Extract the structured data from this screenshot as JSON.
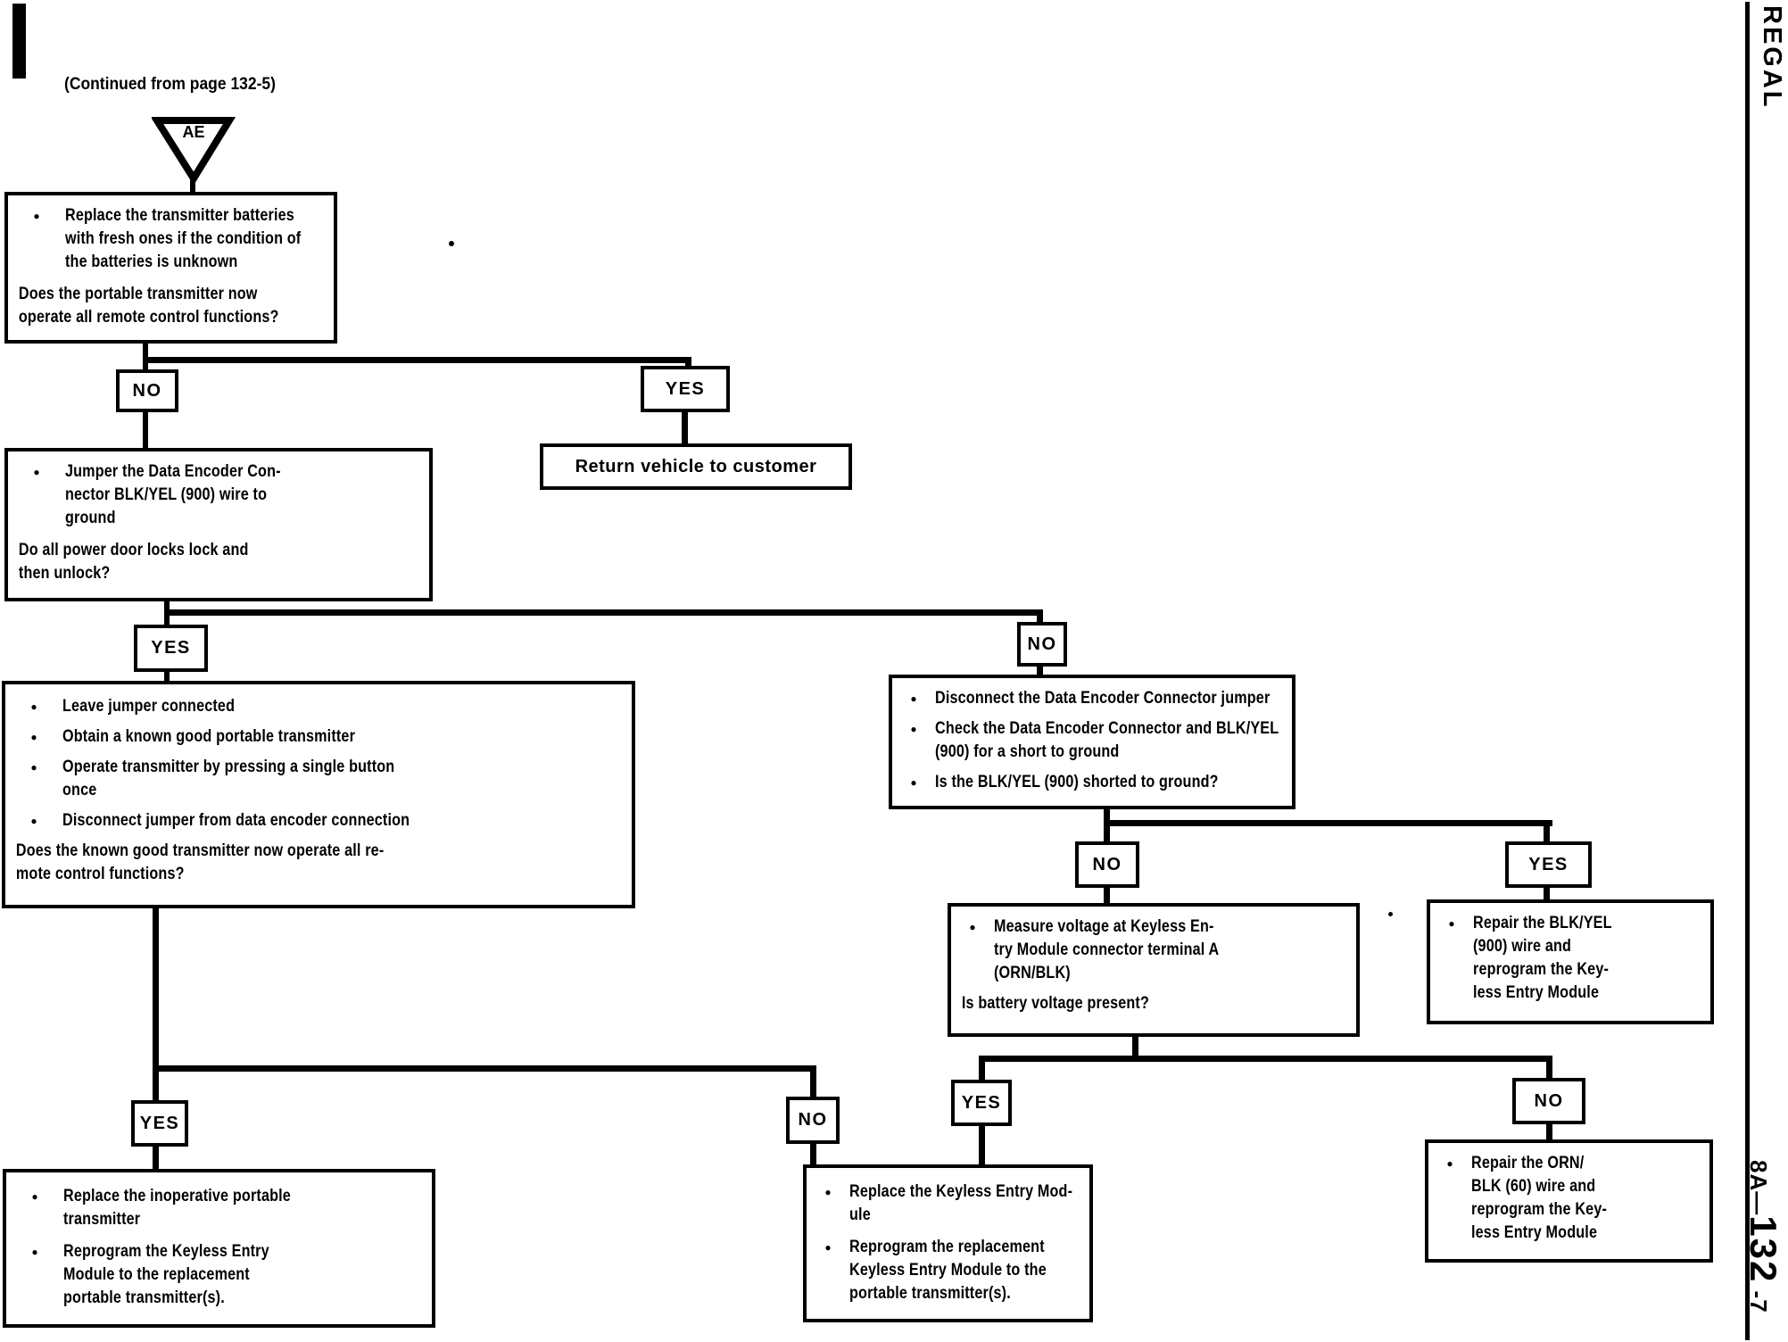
{
  "colors": {
    "ink": "#000000",
    "paper": "#ffffff"
  },
  "ui": {
    "bullet": "●"
  },
  "margin": {
    "model": "REGAL",
    "page_prefix": "8A—",
    "page_number": "132",
    "page_suffix": " -7"
  },
  "flow": {
    "continued_note": "(Continued from page 132-5)",
    "connector_tag": "AE",
    "decisions": {
      "no1": "NO",
      "yes1": "YES",
      "yes2": "YES",
      "no2": "NO",
      "no3": "NO",
      "yes3": "YES",
      "yes4": "YES",
      "no4": "NO",
      "no5": "NO",
      "yes5": "YES"
    },
    "return_box": "Return vehicle to customer",
    "box1": {
      "b1": "Replace the transmitter batteries\nwith fresh ones if the condition of\nthe batteries is unknown",
      "q": "Does the portable transmitter now\noperate all remote control functions?"
    },
    "box2": {
      "b1": "Jumper the Data Encoder Con-\nnector BLK/YEL (900) wire to\nground",
      "q": "Do all power door locks lock and\nthen unlock?"
    },
    "box3": {
      "b1": "Leave jumper connected",
      "b2": "Obtain a known good portable transmitter",
      "b3": "Operate transmitter by pressing a single button\nonce",
      "b4": "Disconnect jumper from data encoder connection",
      "q": "Does the known good transmitter now operate all re-\nmote control functions?"
    },
    "box4": {
      "b1": "Disconnect the Data Encoder Connector jumper",
      "b2": "Check the Data Encoder Connector and BLK/YEL\n(900) for a short to ground",
      "b3": "Is the BLK/YEL (900) shorted to ground?"
    },
    "box5": {
      "b1": "Measure voltage at Keyless En-\ntry Module connector terminal A\n(ORN/BLK)",
      "q": "Is battery voltage present?"
    },
    "box6": {
      "b1": "Repair the BLK/YEL\n(900) wire and\nreprogram the Key-\nless Entry Module"
    },
    "box7": {
      "b1": "Replace the inoperative portable\ntransmitter",
      "b2": "Reprogram the Keyless Entry\nModule to the replacement\nportable transmitter(s)."
    },
    "box8": {
      "b1": "Replace the Keyless Entry Mod-\nule",
      "b2": "Reprogram the replacement\nKeyless Entry Module to the\nportable transmitter(s)."
    },
    "box9": {
      "b1": "Repair the ORN/\nBLK (60) wire and\nreprogram the Key-\nless Entry Module"
    }
  }
}
